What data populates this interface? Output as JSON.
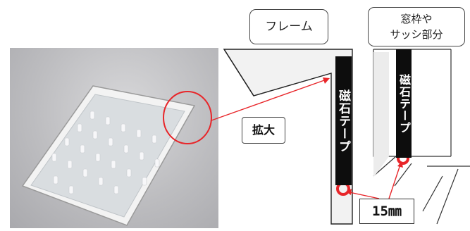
{
  "labels": {
    "frame": "フレーム",
    "window_line1": "窓枠や",
    "window_line2": "サッシ部分",
    "zoom": "拡大",
    "measure": "15㎜"
  },
  "tape_text": "磁石テープ",
  "colors": {
    "accent": "#e8262a",
    "tape": "#0d0d0d",
    "frame_fill": "#f2f2f2",
    "outline": "#222222"
  },
  "icons": [
    "photo-of-magnetic-screen-panel",
    "red-circle-highlight",
    "red-arrow"
  ]
}
